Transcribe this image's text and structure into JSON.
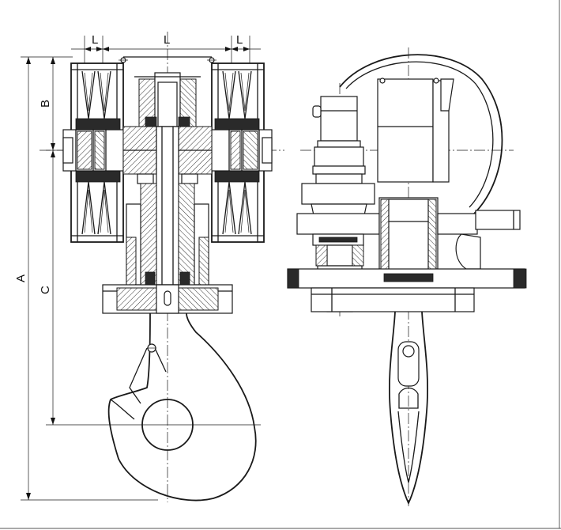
{
  "dimension_labels": {
    "l_left": "L",
    "l_center": "L",
    "l_right": "L",
    "b": "B",
    "a": "A",
    "c": "C"
  }
}
